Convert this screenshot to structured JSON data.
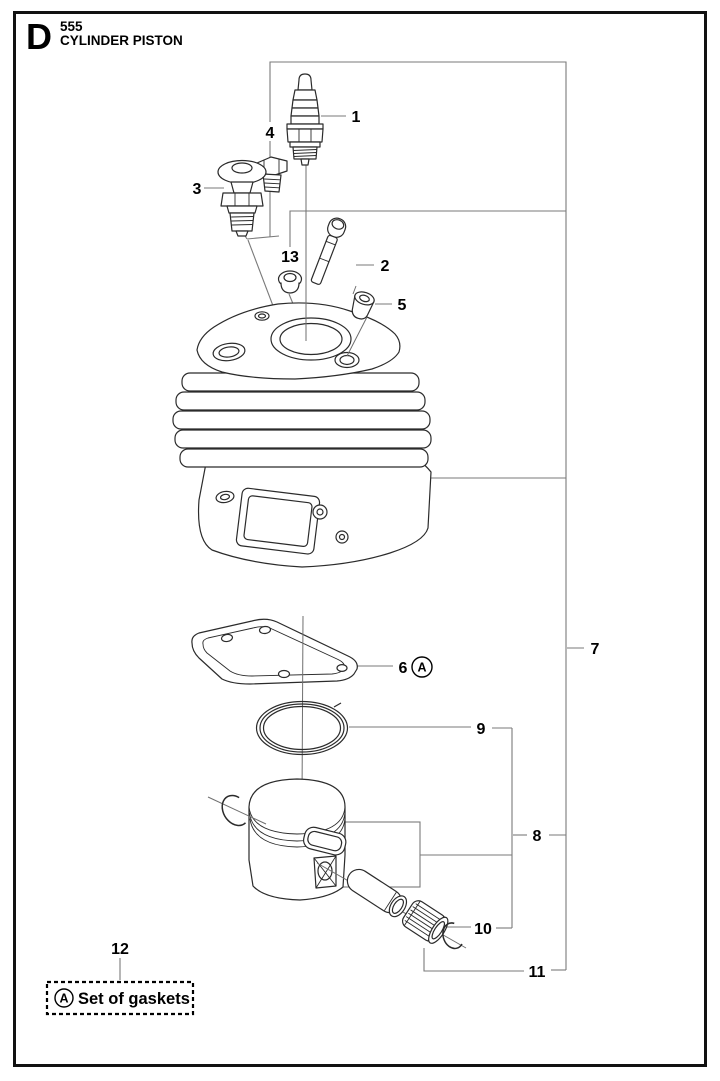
{
  "header": {
    "section_letter": "D",
    "model": "555",
    "title": "CYLINDER PISTON"
  },
  "callouts": [
    {
      "number": "1",
      "part": "spark-plug"
    },
    {
      "number": "2",
      "part": "cylinder-bolt"
    },
    {
      "number": "3",
      "part": "decompression-valve"
    },
    {
      "number": "4",
      "part": "screw"
    },
    {
      "number": "5",
      "part": "bushing"
    },
    {
      "number": "6",
      "part": "cylinder-gasket",
      "marker": "A"
    },
    {
      "number": "7",
      "part": "cylinder-assembly"
    },
    {
      "number": "8",
      "part": "piston-assembly"
    },
    {
      "number": "9",
      "part": "piston-ring"
    },
    {
      "number": "10",
      "part": "needle-bearing"
    },
    {
      "number": "11",
      "part": "circlip"
    },
    {
      "number": "12",
      "part": "gasket-set"
    },
    {
      "number": "13",
      "part": "grommet"
    }
  ],
  "legend": {
    "callout": "12",
    "marker": "A",
    "label": "Set of gaskets"
  },
  "colors": {
    "frame": "#111111",
    "part_line": "#2b2b2b",
    "leader_line": "#7a7a7a",
    "label": "#000000"
  }
}
